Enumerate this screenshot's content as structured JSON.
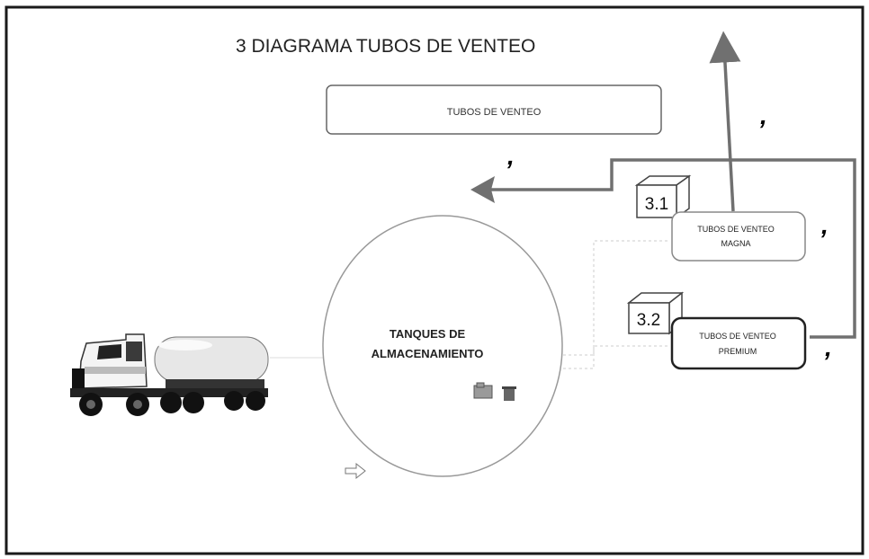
{
  "title": "3 DIAGRAMA TUBOS DE VENTEO",
  "top_box": "TUBOS DE VENTEO",
  "tank_label_line1": "TANQUES DE",
  "tank_label_line2": "ALMACENAMIENTO",
  "node_31": {
    "number": "3.1",
    "line1": "TUBOS DE VENTEO",
    "line2": "MAGNA"
  },
  "node_32": {
    "number": "3.2",
    "line1": "TUBOS DE VENTEO",
    "line2": "PREMIUM"
  },
  "colors": {
    "arrow": "#707070",
    "frame": "#1a1a1a",
    "box_border": "#555555",
    "text": "#222222"
  },
  "icons": [
    "tanker-truck-icon",
    "folder-icon",
    "trash-icon",
    "outline-arrow-right-icon"
  ]
}
